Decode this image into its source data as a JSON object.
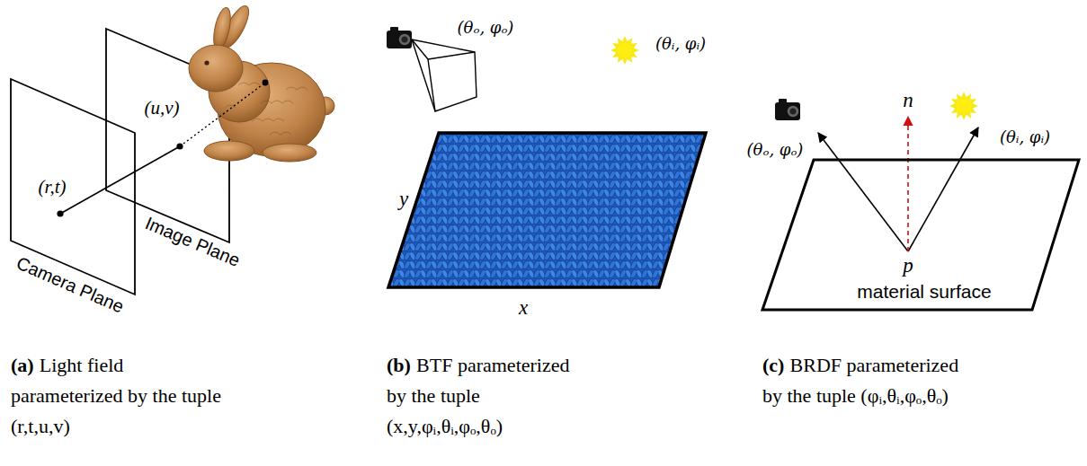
{
  "diagram": {
    "nodes": [
      {
        "text": [
          "Camera Plane"
        ]
      },
      {
        "text": [
          "Image Plane"
        ]
      },
      {
        "text": [
          "material surface"
        ]
      }
    ],
    "labels": [
      "(u,v)",
      "(r,t)",
      "(θₒ, φₒ)",
      "(θᵢ, φᵢ)",
      "y",
      "x",
      "(θₒ, φₒ)",
      "(θᵢ, φᵢ)",
      "n",
      "p",
      "(a)",
      "Light field parameterized by the tuple (r,t,u,v)",
      "(b)",
      "BTF parameterized by the tuple (x,y,φᵢ,θᵢ,φₒ,θₒ)",
      "(c)",
      "BRDF parameterized by the tuple (φᵢ,θᵢ,φₒ,θₒ)"
    ]
  }
}
